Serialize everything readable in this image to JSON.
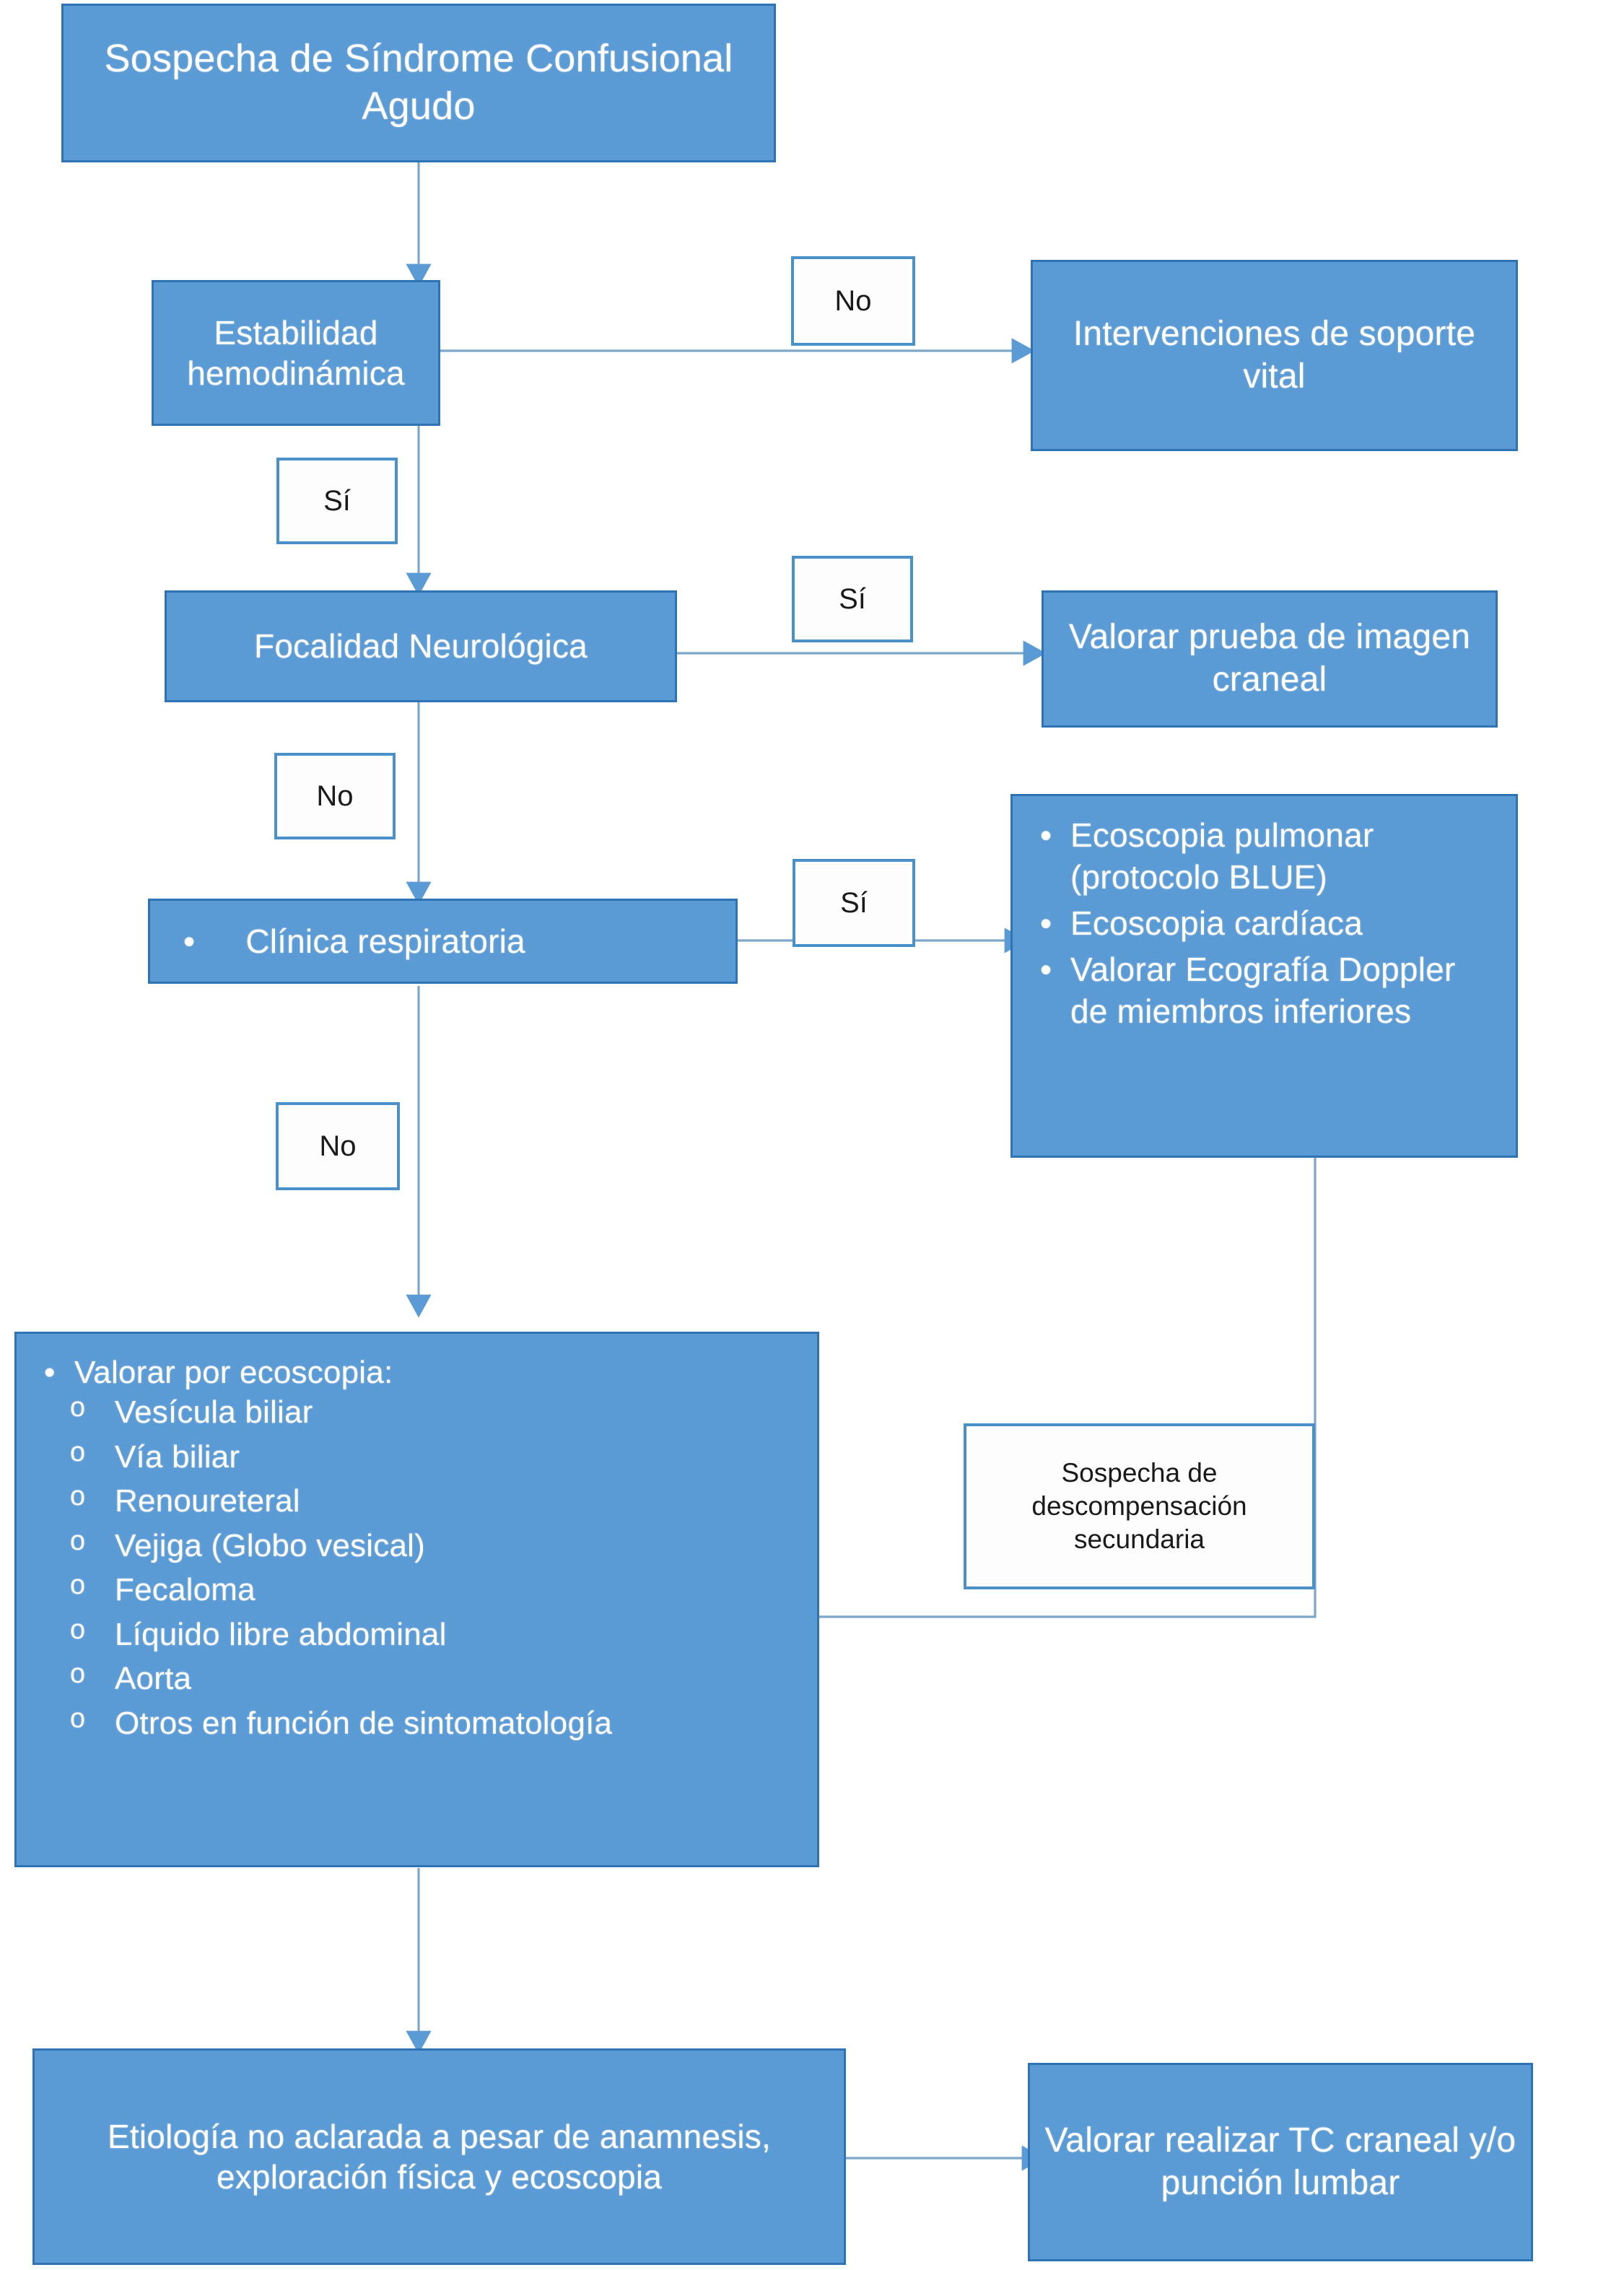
{
  "diagram": {
    "title_node": "Sospecha de Síndrome Confusional Agudo",
    "colors": {
      "box_fill": "#5B9BD5",
      "box_border": "#2E74B5",
      "label_border": "#4A90C9",
      "connector": "#7EA6C9",
      "box_text": "#FFFFFF",
      "label_text": "#1A1A1A",
      "background": "#FFFFFF"
    },
    "nodes": {
      "start": "Sospecha de Síndrome Confusional Agudo",
      "hemodynamic": "Estabilidad hemodinámica",
      "life_support": "Intervenciones de soporte vital",
      "neuro_focality": "Focalidad Neurológica",
      "cranial_imaging": "Valorar prueba de imagen craneal",
      "respiratory": "Clínica respiratoria",
      "ultrasound_chest": {
        "items": [
          "Ecoscopia pulmonar (protocolo BLUE)",
          "Ecoscopia cardíaca",
          "Valorar Ecografía Doppler de miembros inferiores"
        ]
      },
      "ultrasound_abdomen": {
        "heading": "Valorar por ecoscopia:",
        "items": [
          "Vesícula biliar",
          "Vía biliar",
          "Renoureteral",
          "Vejiga (Globo vesical)",
          "Fecaloma",
          "Líquido libre abdominal",
          "Aorta",
          "Otros en función de sintomatología"
        ]
      },
      "secondary_decompensation": "Sospecha de descompensación secundaria",
      "unclear_etiology": "Etiología no aclarada a pesar de anamnesis, exploración física y ecoscopia",
      "ct_lumbar": "Valorar realizar TC craneal y/o punción lumbar"
    },
    "edge_labels": {
      "hemodynamic_no": "No",
      "hemodynamic_yes": "Sí",
      "neuro_yes": "Sí",
      "neuro_no": "No",
      "respiratory_yes": "Sí",
      "respiratory_no": "No"
    },
    "glyphs": {
      "filled_bullet": "•",
      "hollow_bullet": "o"
    }
  }
}
